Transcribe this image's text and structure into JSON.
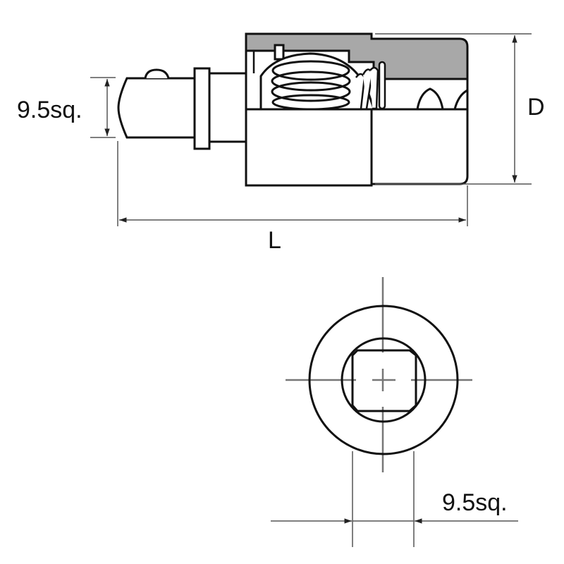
{
  "diagram": {
    "type": "technical-drawing",
    "subject": "socket adapter with square drive",
    "views": [
      {
        "name": "side-view",
        "description": "side elevation with cutaway showing spring and ball detent"
      },
      {
        "name": "end-view",
        "description": "end view showing square drive inside circular body"
      }
    ]
  },
  "dimensions": {
    "drive_size_side": "9.5sq.",
    "diameter": "D",
    "length": "L",
    "drive_size_end": "9.5sq."
  },
  "colors": {
    "outline": "#111111",
    "dimension_line": "#555555",
    "section_fill": "#a8a8a8",
    "center_line": "#777777",
    "background": "#ffffff"
  }
}
